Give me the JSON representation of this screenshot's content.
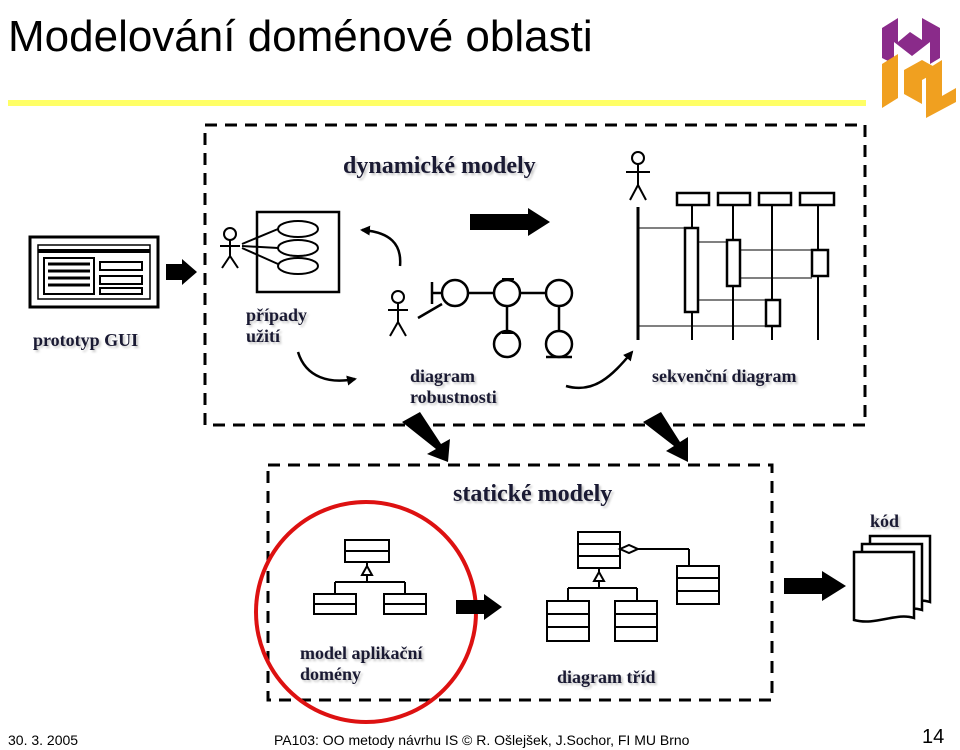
{
  "slide": {
    "title": "Modelování doménové oblasti",
    "dynamic_label": "dynamické modely",
    "static_label": "statické modely",
    "prototype_label": "prototyp GUI",
    "use_cases_label": "případy\nužití",
    "robustness_label": "diagram\nrobustnosti",
    "sequence_label": "sekvenční diagram",
    "domain_model_label": "model aplikační\ndomény",
    "class_diagram_label": "diagram tříd",
    "code_label": "kód"
  },
  "footer": {
    "date": "30. 3. 2005",
    "course": "PA103: OO metody návrhu IS © R. Ošlejšek, J.Sochor, FI MU Brno",
    "page_number": "14"
  },
  "colors": {
    "logo_purple": "#8a2b8a",
    "logo_orange": "#f0a020",
    "highlight_ring": "#dd1111",
    "title_rule": "#ffff66"
  }
}
